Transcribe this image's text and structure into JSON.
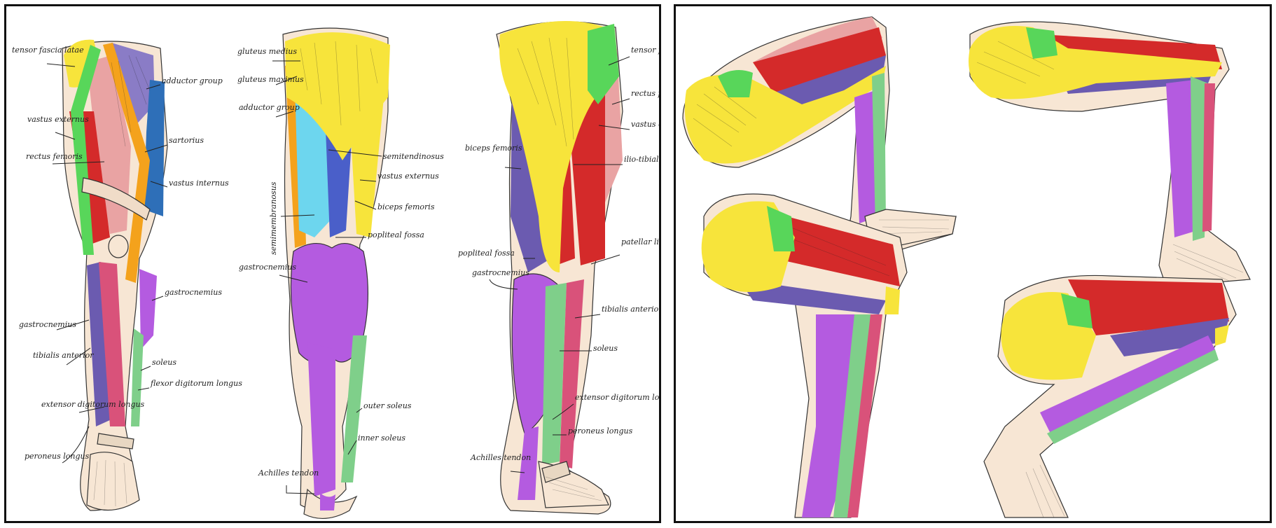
{
  "colors": {
    "gluteus": "#f7e43b",
    "tensor": "#58d65a",
    "rectus": "#e9a3a3",
    "vastus": "#d42a2a",
    "adductor": "#6b5bb0",
    "sartorius": "#f4a21c",
    "semitendinosus": "#6dd6ee",
    "semimembranosus": "#4a5fc9",
    "gastrocnemius": "#b45be0",
    "soleus": "#7fcf8a",
    "tibialis": "#d9527a",
    "skin": "#f7e6d4",
    "band": "#e8d7c2"
  },
  "icons": [
    "anatomy-leg-front",
    "anatomy-leg-back",
    "anatomy-leg-side",
    "anatomy-leg-bent"
  ],
  "labels_front": {
    "tensor": "tensor fascia latae",
    "adductor_group": "adductor group",
    "vastus_externus": "vastus externus",
    "sartorius": "sartorius",
    "rectus_femoris": "rectus femoris",
    "vastus_internus": "vastus internus",
    "gastrocnemius_r": "gastrocnemius",
    "gastrocnemius_l": "gastrocnemius",
    "tibialis_anterior": "tibialis anterior",
    "soleus": "soleus",
    "flexor": "flexor digitorum longus",
    "extensor": "extensor digitorum longus",
    "peroneus": "peroneus longus"
  },
  "labels_back": {
    "gluteus_medius": "gluteus medius",
    "gluteus_maximus": "gluteus maximus",
    "adductor_group": "adductor group",
    "semitendinosus": "semitendinosus",
    "vastus_externus": "vastus externus",
    "semimembranosus": "semimembranosus",
    "biceps_femoris": "biceps femoris",
    "popliteal": "popliteal fossa",
    "gastrocnemius": "gastrocnemius",
    "outer_soleus": "outer soleus",
    "inner_soleus": "inner soleus",
    "achilles": "Achilles tendon"
  },
  "labels_side": {
    "tensor": "tensor fascia latae",
    "rectus": "rectus femoris",
    "vastus": "vastus externus",
    "biceps": "biceps femoris",
    "itband": "ilio-tibial band",
    "popliteal": "popliteal fossa",
    "gastrocnemius": "gastrocnemius",
    "patellar": "patellar ligament",
    "tibialis": "tibialis anterior",
    "soleus": "soleus",
    "extensor": "extensor digitorum longus",
    "peroneus": "peroneus longus",
    "achilles": "Achilles tendon"
  }
}
